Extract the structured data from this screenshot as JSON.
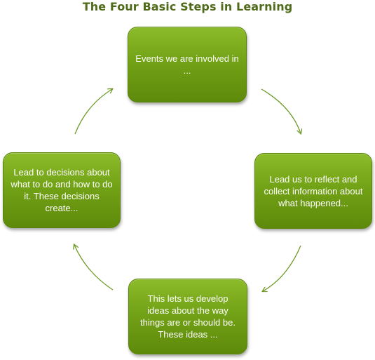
{
  "title": "The Four Basic Steps in Learning",
  "steps": [
    {
      "text": "Events we are involved in ..."
    },
    {
      "text": "Lead us to reflect and collect information about what happened..."
    },
    {
      "text": "This lets us develop ideas about the way things are or should be. These ideas ..."
    },
    {
      "text": "Lead to decisions about what to do and how to do it. These decisions create..."
    }
  ],
  "colors": {
    "title": "#4f6b1a",
    "box_top": "#8cbb2a",
    "box_bottom": "#5e8a0b",
    "arrow": "#6f9a2a"
  }
}
